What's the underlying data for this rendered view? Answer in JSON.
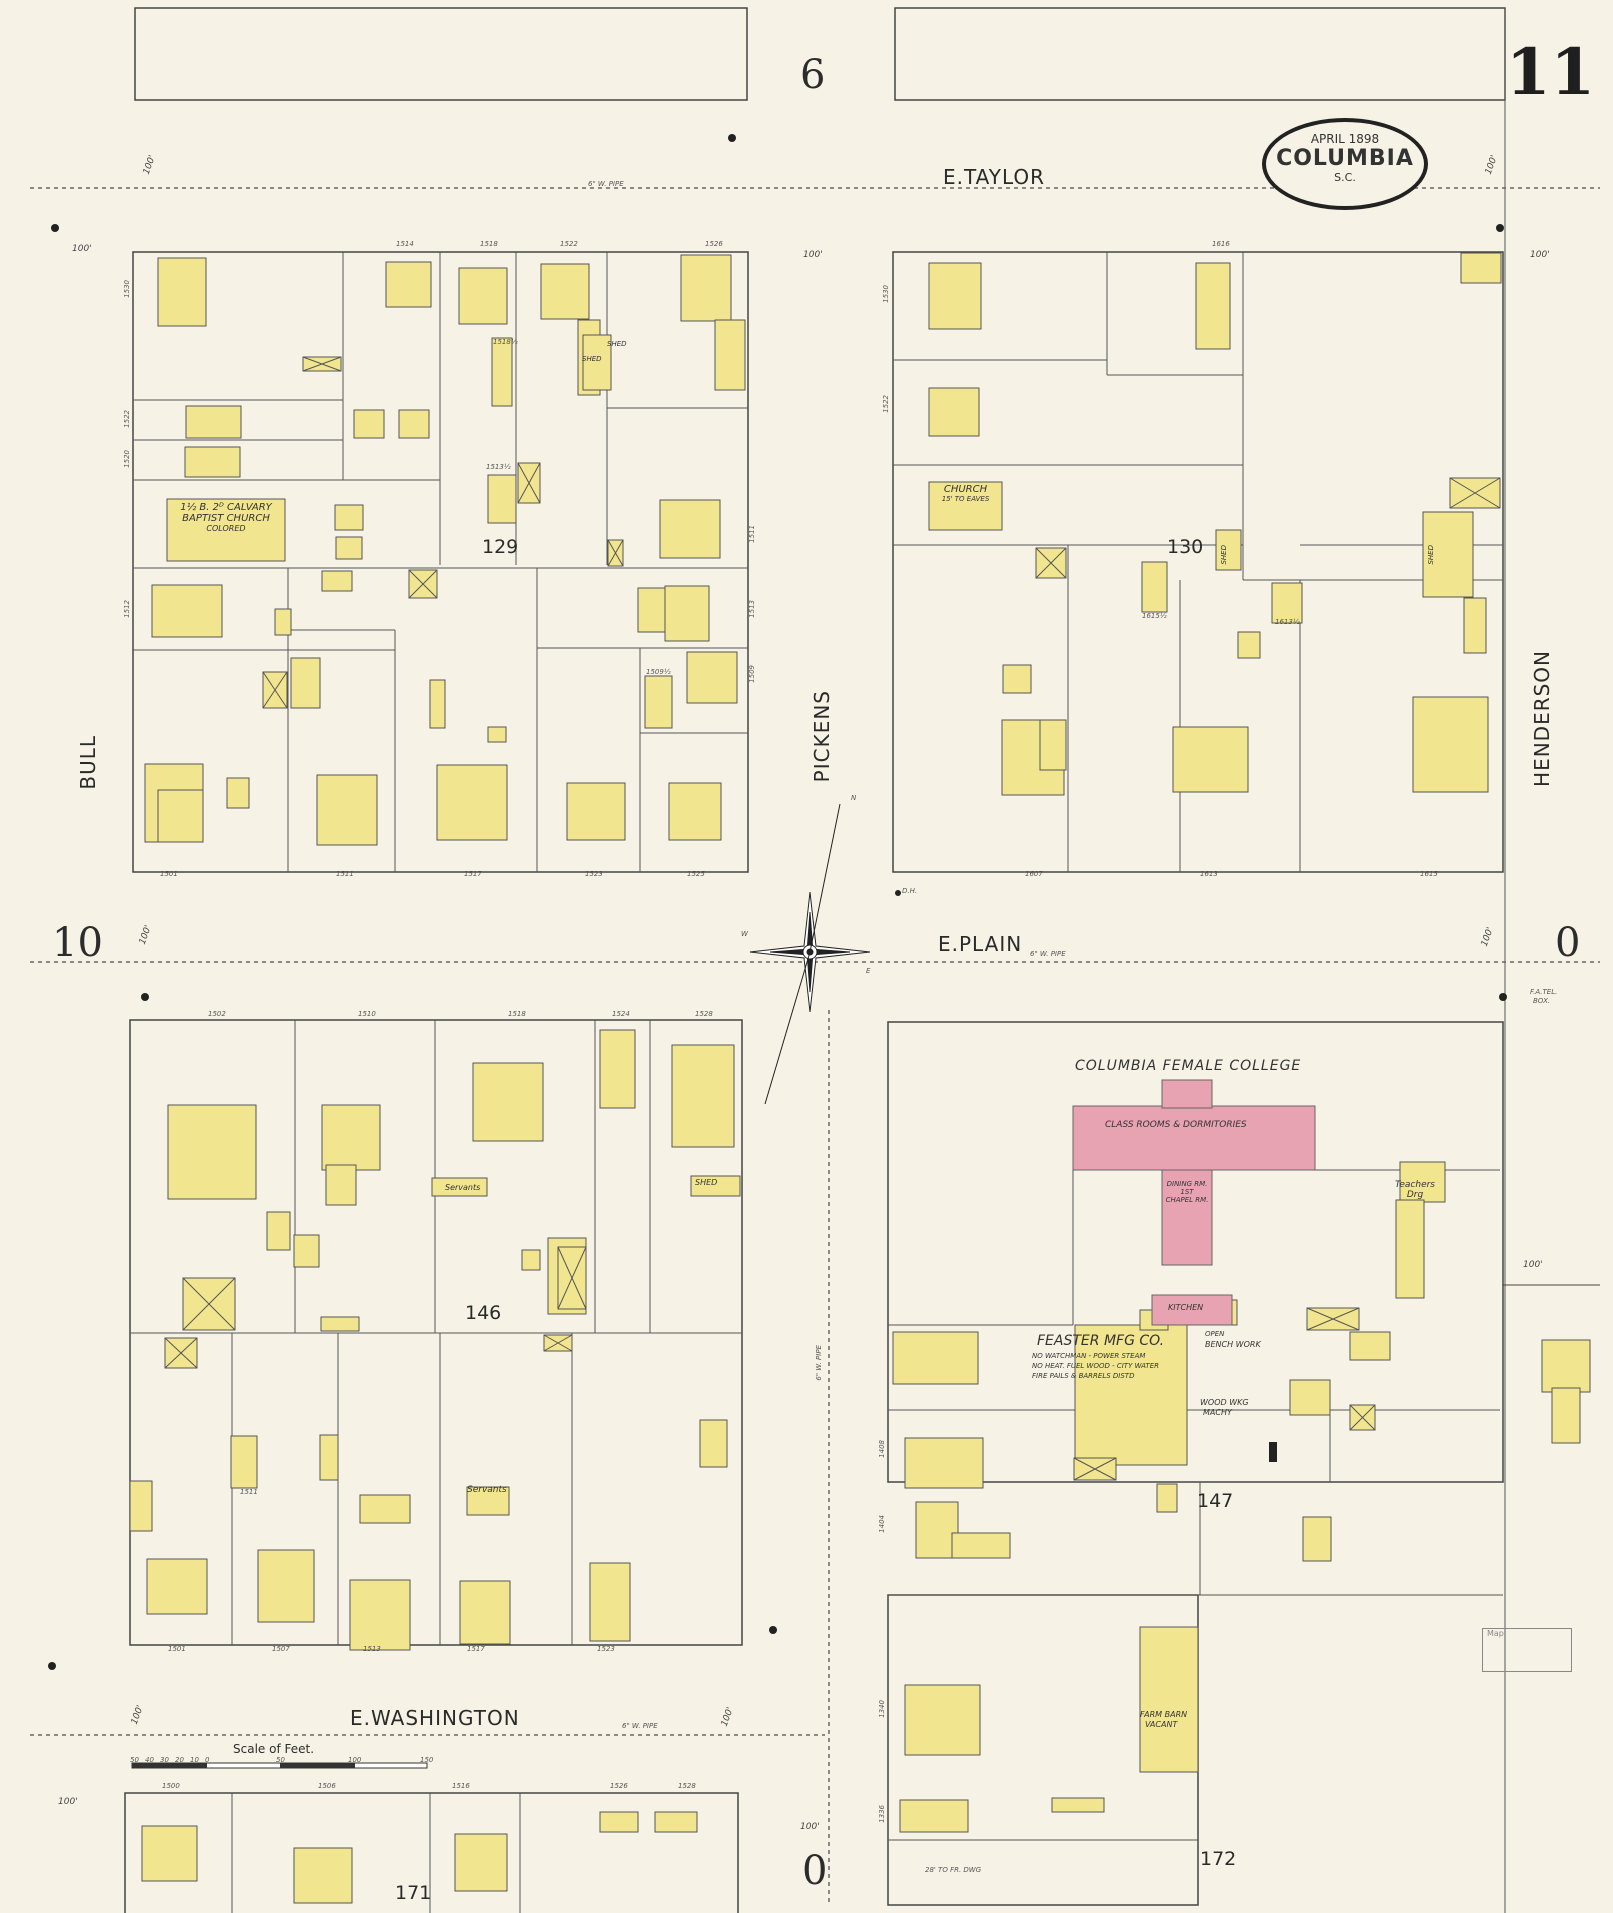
{
  "sheet": {
    "number": "11",
    "adjacent_top": "6",
    "adjacent_left": "10",
    "adjacent_right": "0",
    "adjacent_bottom": "0"
  },
  "title": {
    "month_year": "APRIL 1898",
    "city": "COLUMBIA",
    "state": "S.C."
  },
  "streets": {
    "top": "E.TAYLOR",
    "middle": "E.PLAIN",
    "bottom": "E.WASHINGTON",
    "left": "BULL",
    "center": "PICKENS",
    "right": "HENDERSON"
  },
  "pipes": {
    "taylor": "6\" W. PIPE",
    "plain": "6\" W. PIPE",
    "washington": "6\" W. PIPE",
    "pickens": "6\" W. PIPE"
  },
  "widths": [
    "100'",
    "100'",
    "100'",
    "100'",
    "100'",
    "100'",
    "100'",
    "100'",
    "100'",
    "100'",
    "100'",
    "100'"
  ],
  "blocks": [
    "129",
    "130",
    "146",
    "147",
    "171",
    "172"
  ],
  "buildings": {
    "church_calvary": [
      "1½ B. 2ᴰ CALVARY",
      "BAPTIST CHURCH",
      "COLORED"
    ],
    "church_130": [
      "CHURCH",
      "15' TO EAVES"
    ],
    "college_name": "COLUMBIA FEMALE COLLEGE",
    "college_classrooms": "CLASS ROOMS & DORMITORIES",
    "college_dining": [
      "DINING RM. 1ST",
      "CHAPEL RM."
    ],
    "college_kitchen": "KITCHEN",
    "teachers_dmg": [
      "Teachers",
      "Drg"
    ],
    "mfg_name": "FEASTER MFG CO.",
    "mfg_notes": [
      "NO WATCHMAN - POWER STEAM",
      "NO HEAT. FUEL WOOD - CITY WATER",
      "FIRE PAILS & BARRELS DISTD"
    ],
    "mfg_bench": [
      "OPEN",
      "BENCH WORK"
    ],
    "mfg_wood": [
      "WOOD WKG",
      "MACHY"
    ],
    "farm_barn": [
      "FARM BARN",
      "VACANT"
    ],
    "servants_1": "Servants",
    "servants_2": "Servants",
    "shed_1": "SHED",
    "shed_2": "SHED",
    "shed_3": "SHED",
    "shed_4": "SHED",
    "shed_5": "SHED",
    "dh": "D.H.",
    "fa_tel_box": [
      "F.A.TEL.",
      "BOX."
    ],
    "feet_note": "28' TO FR. DWG"
  },
  "addresses": {
    "b129_top": [
      "1514",
      "1518",
      "1522",
      "1526"
    ],
    "b129_left": [
      "1530",
      "1522",
      "1520",
      "1512"
    ],
    "b129_right": [
      "1511",
      "1513",
      "1509"
    ],
    "b129_bottom": [
      "1501",
      "1511",
      "1517",
      "1523",
      "1525"
    ],
    "b129_inner": [
      "1518½",
      "1513½",
      "1509½"
    ],
    "b130_top": [
      "1616"
    ],
    "b130_left": [
      "1530",
      "1522"
    ],
    "b130_inner": [
      "1615½",
      "1613½"
    ],
    "b130_bottom": [
      "1607",
      "1613",
      "1615"
    ],
    "b146_top": [
      "1502",
      "1510",
      "1518",
      "1524",
      "1528"
    ],
    "b146_bottom": [
      "1501",
      "1507",
      "1513",
      "1517",
      "1523"
    ],
    "b146_inner": [
      "1511"
    ],
    "b147_left": [
      "1408",
      "1404"
    ],
    "b172_left": [
      "1340",
      "1336"
    ],
    "b171_top": [
      "1500",
      "1506",
      "1516",
      "1526",
      "1528"
    ]
  },
  "scale": {
    "label": "Scale of Feet.",
    "ticks": [
      "50",
      "40",
      "30",
      "20",
      "10",
      "0",
      "50",
      "100",
      "150"
    ]
  },
  "compass": {
    "n": "N",
    "e": "E",
    "w": "W"
  },
  "stamp_text": "Map"
}
